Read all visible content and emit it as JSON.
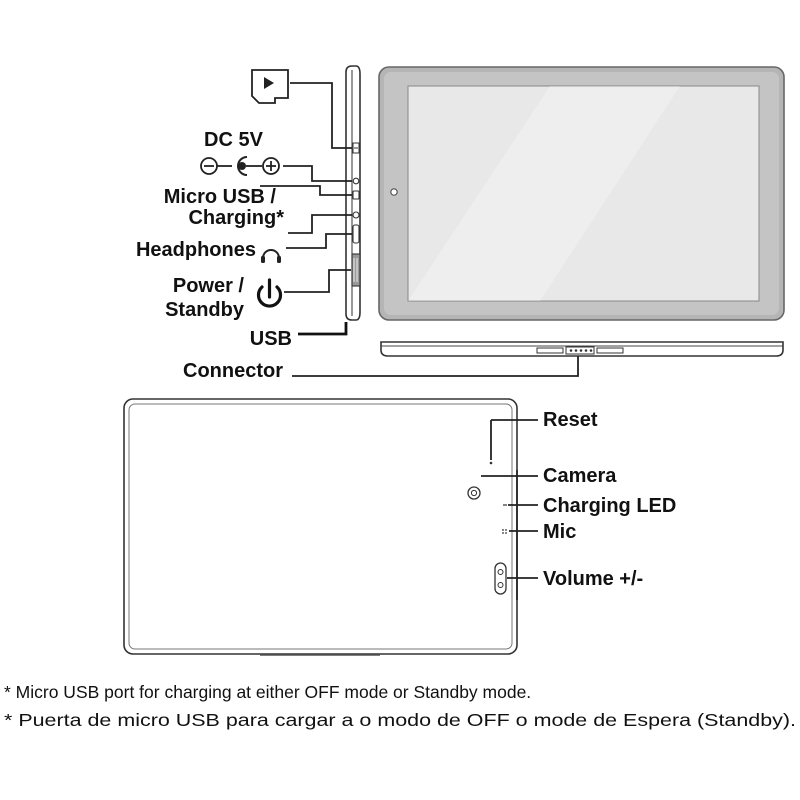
{
  "labels": {
    "dc_title": "DC 5V",
    "micro_usb_1": "Micro USB /",
    "micro_usb_2": "Charging*",
    "headphones": "Headphones",
    "power_1": "Power /",
    "power_2": "Standby",
    "usb": "USB",
    "connector": "Connector",
    "reset": "Reset",
    "camera": "Camera",
    "charging_led": "Charging LED",
    "mic": "Mic",
    "volume": "Volume +/-"
  },
  "icons": {
    "sd_card": "microsd-card-icon",
    "dc_polarity": "dc-polarity-icon",
    "headphones": "headphones-icon",
    "power": "power-icon"
  },
  "footnotes": {
    "en": "* Micro USB port for charging at either OFF mode or Standby mode.",
    "es": "* Puerta de micro USB para cargar a o modo de OFF o mode de Espera (Standby)."
  },
  "colors": {
    "screen_fill": "#e8e8e8",
    "frame_fill": "#b5b5b5",
    "line": "#222222"
  }
}
